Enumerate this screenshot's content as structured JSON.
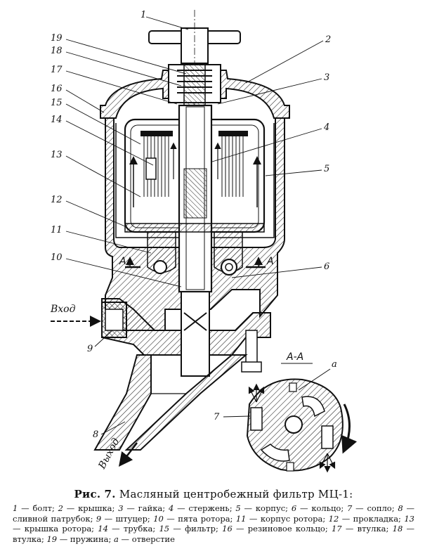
{
  "labels": {
    "l1": "1",
    "l2": "2",
    "l3": "3",
    "l4": "4",
    "l5": "5",
    "l6": "6",
    "l7": "7",
    "l8": "8",
    "l9": "9",
    "l10": "10",
    "l11": "11",
    "l12": "12",
    "l13": "13",
    "l14": "14",
    "l15": "15",
    "l16": "16",
    "l17": "17",
    "l18": "18",
    "l19": "19",
    "la": "а"
  },
  "section_label": "А-А",
  "section_marks": {
    "left": "А",
    "right": "А"
  },
  "flow": {
    "inlet": "Вход",
    "outlet": "Выход"
  },
  "caption": {
    "prefix": "Рис.",
    "number": "7.",
    "title": "Масляный центробежный фильтр МЦ-1:"
  },
  "legend": [
    {
      "n": "1",
      "t": "болт"
    },
    {
      "n": "2",
      "t": "крышка"
    },
    {
      "n": "3",
      "t": "гайка"
    },
    {
      "n": "4",
      "t": "стержень"
    },
    {
      "n": "5",
      "t": "корпус"
    },
    {
      "n": "6",
      "t": "кольцо"
    },
    {
      "n": "7",
      "t": "сопло"
    },
    {
      "n": "8",
      "t": "сливной патрубок"
    },
    {
      "n": "9",
      "t": "штуцер"
    },
    {
      "n": "10",
      "t": "пята ротора"
    },
    {
      "n": "11",
      "t": "корпус ротора"
    },
    {
      "n": "12",
      "t": "прокладка"
    },
    {
      "n": "13",
      "t": "крышка ротора"
    },
    {
      "n": "14",
      "t": "трубка"
    },
    {
      "n": "15",
      "t": "фильтр"
    },
    {
      "n": "16",
      "t": "резиновое кольцо"
    },
    {
      "n": "17",
      "t": "втулка"
    },
    {
      "n": "18",
      "t": "втулка"
    },
    {
      "n": "19",
      "t": "пружина"
    },
    {
      "n": "а",
      "t": "отверстие"
    }
  ]
}
